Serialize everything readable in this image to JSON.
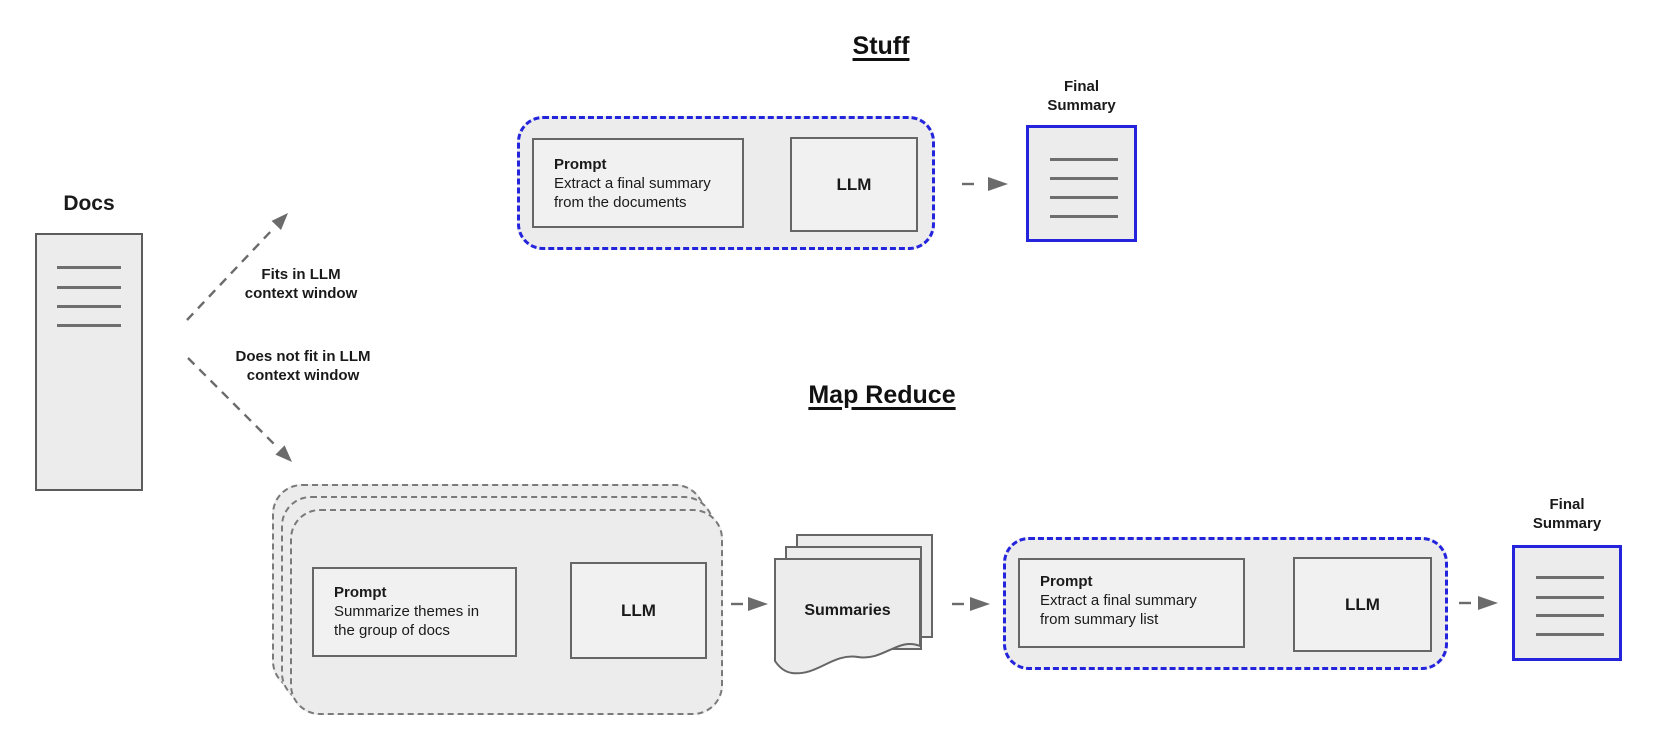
{
  "diagram": {
    "titles": {
      "stuff": "Stuff",
      "map_reduce": "Map Reduce"
    },
    "docs": {
      "label": "Docs"
    },
    "branch_labels": {
      "fits": [
        "Fits in LLM",
        "context window"
      ],
      "does_not_fit": [
        "Does not fit in LLM",
        "context window"
      ]
    },
    "stuff": {
      "prompt": {
        "title": "Prompt",
        "lines": [
          "Extract a final summary",
          "from the documents"
        ]
      },
      "llm_label": "LLM",
      "final_summary_label": [
        "Final",
        "Summary"
      ]
    },
    "map_reduce": {
      "map_prompt": {
        "title": "Prompt",
        "lines": [
          "Summarize themes in",
          "the group of docs"
        ]
      },
      "map_llm_label": "LLM",
      "summaries_label": "Summaries",
      "reduce_prompt": {
        "title": "Prompt",
        "lines": [
          "Extract a final summary",
          "from summary list"
        ]
      },
      "reduce_llm_label": "LLM",
      "final_summary_label": [
        "Final",
        "Summary"
      ]
    },
    "colors": {
      "accent_blue": "#2424dd",
      "box_border": "#666666",
      "fill_gray": "#ececec",
      "arrow_gray": "#6b6b6b",
      "text": "#1a1a1a"
    }
  }
}
